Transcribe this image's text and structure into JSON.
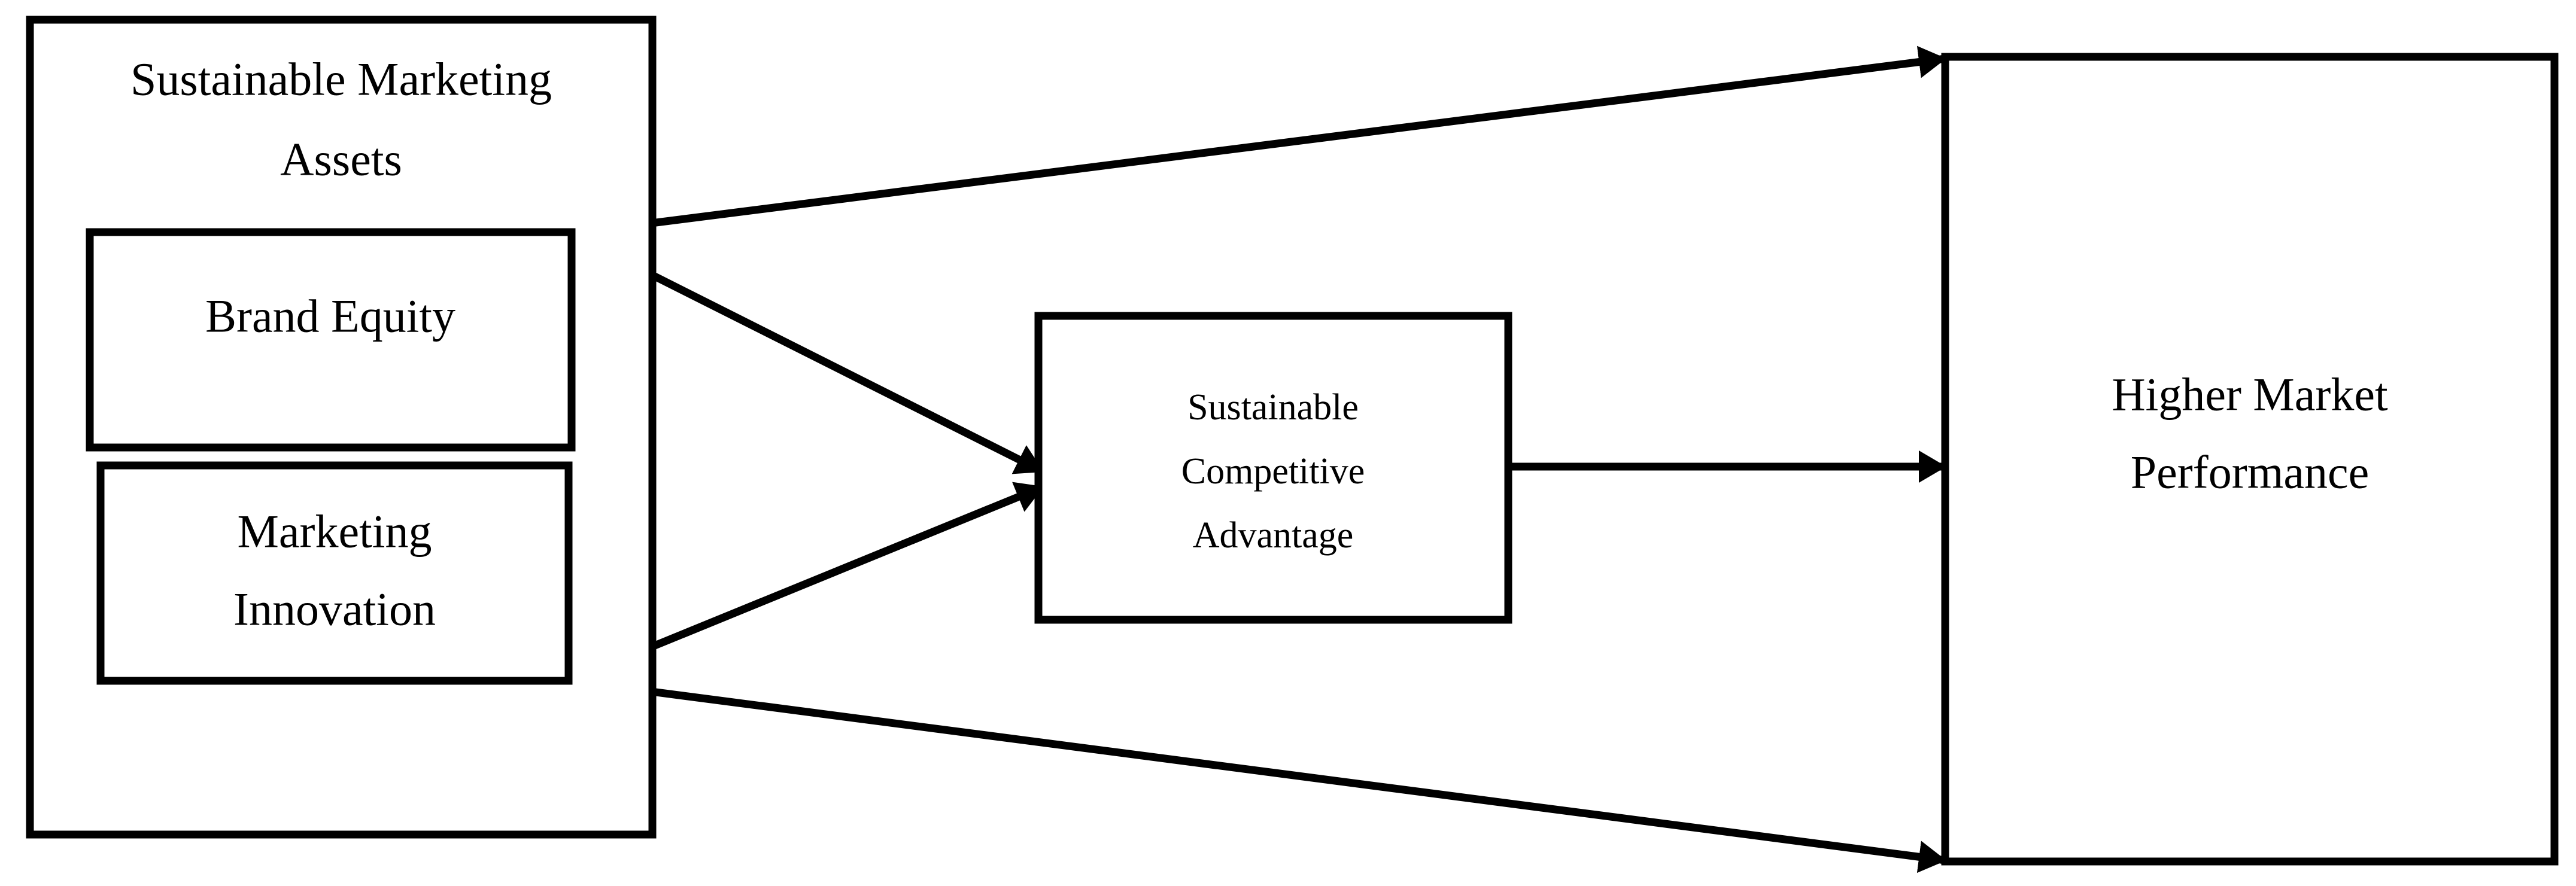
{
  "figure": {
    "type": "conceptual-framework-diagram",
    "colors": {
      "background": "#ffffff",
      "line": "#000000",
      "text": "#000000"
    },
    "nodes": {
      "sustainable_marketing_assets": {
        "lines": [
          "Sustainable Marketing",
          "Assets"
        ]
      },
      "brand_equity": {
        "lines": [
          "Brand Equity"
        ]
      },
      "marketing_innovation": {
        "lines": [
          "Marketing",
          "Innovation"
        ]
      },
      "sustainable_competitive_advantage": {
        "lines": [
          "Sustainable",
          "Competitive",
          "Advantage"
        ]
      },
      "higher_market_performance": {
        "lines": [
          "Higher Market",
          "Performance"
        ]
      }
    },
    "edges": [
      {
        "from": "brand_equity",
        "to": "higher_market_performance",
        "style": "arrow"
      },
      {
        "from": "brand_equity",
        "to": "sustainable_competitive_advantage",
        "style": "arrow"
      },
      {
        "from": "marketing_innovation",
        "to": "sustainable_competitive_advantage",
        "style": "arrow"
      },
      {
        "from": "marketing_innovation",
        "to": "higher_market_performance",
        "style": "arrow"
      },
      {
        "from": "sustainable_competitive_advantage",
        "to": "higher_market_performance",
        "style": "arrow"
      }
    ]
  }
}
